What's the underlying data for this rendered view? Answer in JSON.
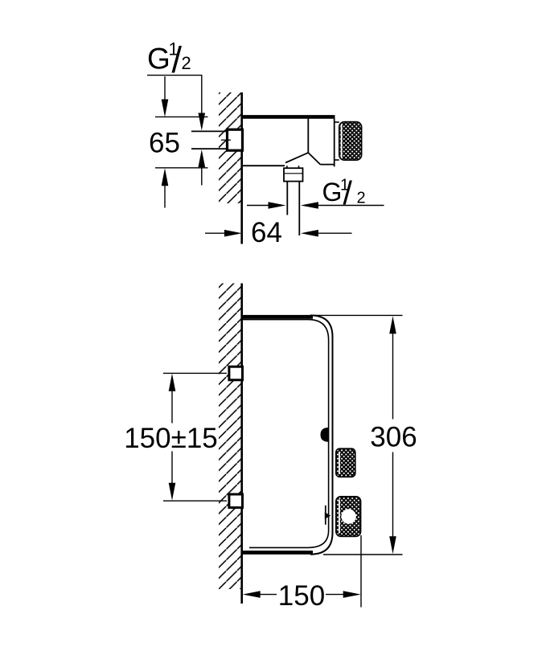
{
  "colors": {
    "line": "#000000",
    "background": "#ffffff"
  },
  "upper_view": {
    "inlet_thread_label": {
      "base": "G",
      "numerator": "1",
      "slash": "/",
      "denominator": "2"
    },
    "outlet_thread_label": {
      "base": "G",
      "numerator": "1",
      "slash": "/",
      "denominator": "2"
    },
    "dims": {
      "body_height": "65",
      "outlet_offset_from_wall": "64"
    }
  },
  "lower_view": {
    "dims": {
      "connection_center_distance": "150±15",
      "overall_height": "306",
      "overall_depth": "150"
    }
  }
}
